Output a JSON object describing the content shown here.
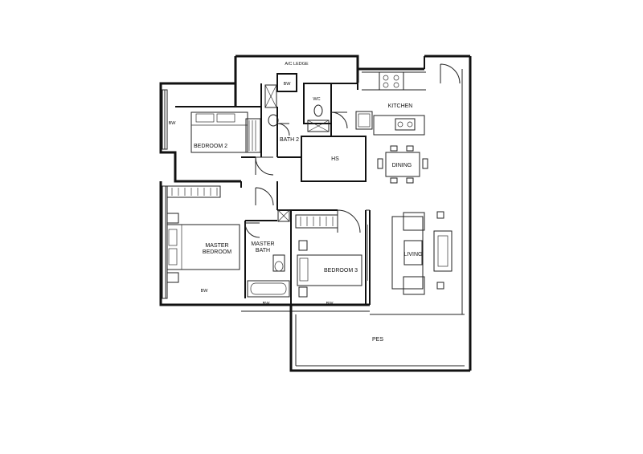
{
  "plan": {
    "labels": {
      "ac_ledge": "A/C LEDGE",
      "bw_top": "BW",
      "wc": "WC",
      "kitchen": "KITCHEN",
      "bw_left": "BW",
      "bedroom2": "BEDROOM 2",
      "bath2": "BATH 2",
      "hs": "HS",
      "dining": "DINING",
      "master_bedroom_1": "MASTER",
      "master_bedroom_2": "BEDROOM",
      "master_bath_1": "MASTER",
      "master_bath_2": "BATH",
      "bedroom3": "BEDROOM 3",
      "living": "LIVING",
      "bw_master": "BW",
      "bw_bath": "BW",
      "bw_bed3": "BW",
      "pes": "PES"
    }
  }
}
